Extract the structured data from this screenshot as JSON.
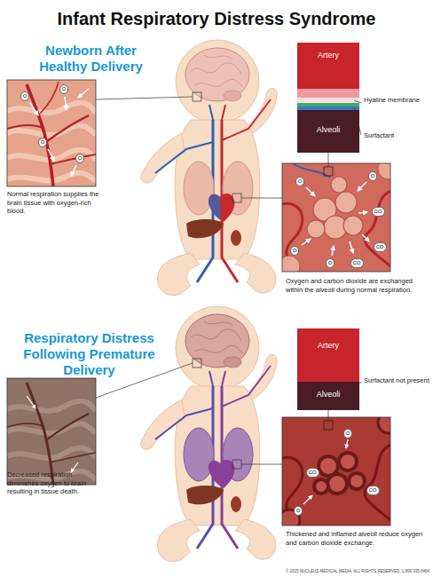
{
  "diagram": {
    "title": "Infant Respiratory Distress Syndrome",
    "nodes": [
      {
        "text": [
          "Artery"
        ]
      },
      {
        "text": [
          "Alveoli"
        ]
      },
      {
        "text": [
          "Artery"
        ]
      },
      {
        "text": [
          "Alveoli"
        ]
      }
    ],
    "labels": [
      "Newborn After Healthy Delivery",
      "Normal respiration supplies the brain tissue with oxygen-rich blood.",
      "Hyaline membrane",
      "Surfactant",
      "Oxygen and carbon dioxide are exchanged within the alveoli during normal respiration.",
      "Respiratory Distress Following Premature Delivery",
      "Decreased respiration diminishes oxygen to brain resulting in tissue death.",
      "Surfactant not present",
      "Thickened and inflamed alveoli reduce oxygen and carbon dioxide exchange.",
      "© 2015 NUCLEUS MEDICAL MEDIA. ALL RIGHTS RESERVED. 1.800.335.6464",
      "O",
      "O",
      "O",
      "O",
      "O",
      "O",
      "O",
      "O",
      "CO",
      "CO",
      "CO",
      "O",
      "O",
      "CO",
      "CO"
    ]
  }
}
